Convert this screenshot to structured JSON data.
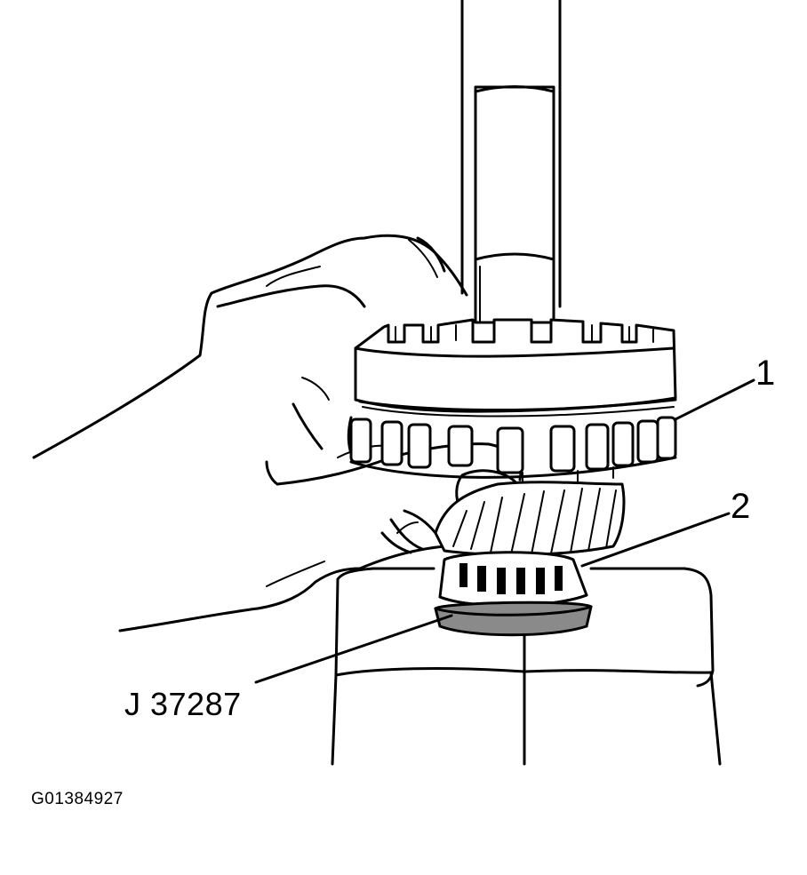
{
  "callouts": {
    "item_1": "1",
    "item_2": "2"
  },
  "tool_label": "J 37287",
  "figure_id": "G01384927"
}
